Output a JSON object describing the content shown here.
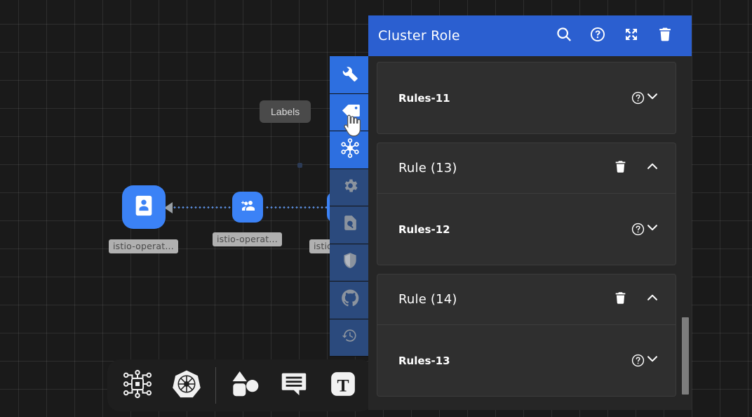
{
  "panel": {
    "title": "Cluster Role",
    "header_actions": [
      {
        "name": "search-icon",
        "label": "Search"
      },
      {
        "name": "help-icon",
        "label": "Help"
      },
      {
        "name": "expand-icon",
        "label": "Expand"
      },
      {
        "name": "delete-icon",
        "label": "Delete"
      }
    ],
    "accent_color": "#2b5fd0",
    "background_color": "#262626",
    "card_color": "#2f2f2f",
    "sections": [
      {
        "type": "rules",
        "label": "Rules-11",
        "help": "?",
        "expanded": false,
        "chevron": "chevron-down"
      },
      {
        "type": "rule",
        "label": "Rule (13)",
        "expanded": true,
        "chevron": "chevron-up",
        "has_delete": true
      },
      {
        "type": "rules",
        "label": "Rules-12",
        "help": "?",
        "expanded": false,
        "chevron": "chevron-down"
      },
      {
        "type": "rule",
        "label": "Rule (14)",
        "expanded": true,
        "chevron": "chevron-up",
        "has_delete": true
      },
      {
        "type": "rules",
        "label": "Rules-13",
        "help": "?",
        "expanded": false,
        "chevron": "chevron-down"
      }
    ]
  },
  "rail": {
    "items": [
      {
        "name": "wrench-icon",
        "label": "Tools",
        "active": true
      },
      {
        "name": "tag-icon",
        "label": "Labels",
        "active": true
      },
      {
        "name": "topology-icon",
        "label": "Topology",
        "active": true
      },
      {
        "name": "gear-icon",
        "label": "Settings",
        "active": false
      },
      {
        "name": "document-search-icon",
        "label": "Inspect",
        "active": false
      },
      {
        "name": "shield-icon",
        "label": "Security",
        "active": false
      },
      {
        "name": "github-icon",
        "label": "GitHub",
        "active": false
      },
      {
        "name": "history-icon",
        "label": "History",
        "active": false
      }
    ]
  },
  "tooltip": {
    "text": "Labels"
  },
  "bottom_toolbar": {
    "items": [
      {
        "name": "microchip-icon",
        "label": "Infrastructure"
      },
      {
        "name": "kubernetes-icon",
        "label": "Kubernetes"
      },
      {
        "name": "shapes-icon",
        "label": "Shapes"
      },
      {
        "name": "comment-icon",
        "label": "Comment"
      },
      {
        "name": "text-icon",
        "label": "Text"
      }
    ]
  },
  "graph": {
    "nodes": [
      {
        "name": "node-service-account",
        "label": "istio-operat...",
        "icon": "id-badge-icon",
        "size": "big"
      },
      {
        "name": "node-role-binding",
        "label": "istio-operat...",
        "icon": "users-add-icon",
        "size": "mid"
      },
      {
        "name": "node-cluster-role",
        "label": "istio",
        "icon": "cluster-role-icon",
        "size": "mid"
      }
    ],
    "node_color": "#3b82f6",
    "edge_color": "#5b8fe0"
  }
}
